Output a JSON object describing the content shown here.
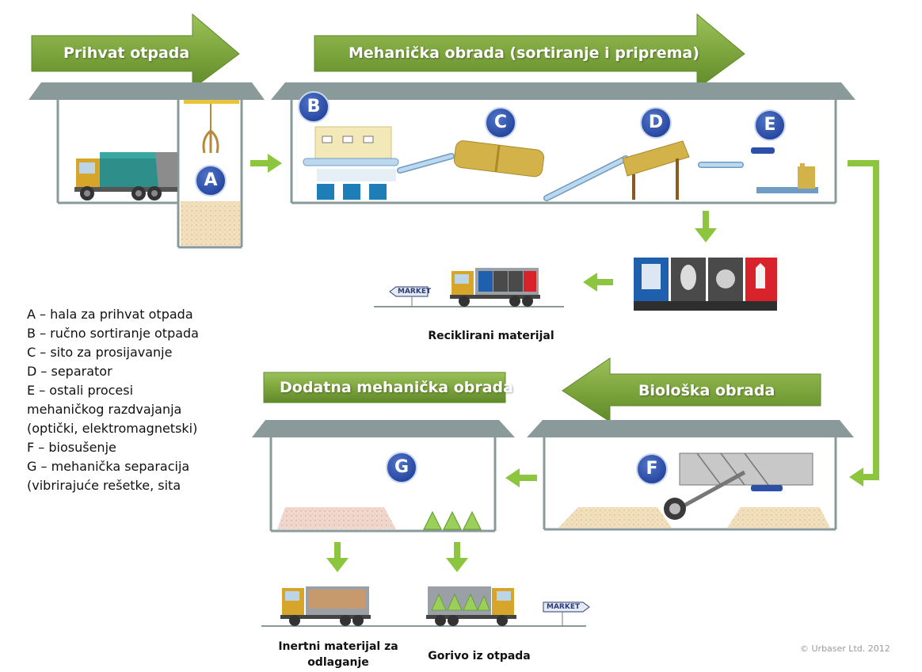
{
  "banners": {
    "intake": "Prihvat otpada",
    "mechanical": "Mehanička obrada (sortiranje i priprema)",
    "biological": "Biološka obrada",
    "additional": "Dodatna mehanička obrada"
  },
  "stages": [
    "A",
    "B",
    "C",
    "D",
    "E",
    "F",
    "G"
  ],
  "legend": [
    "A – hala za prihvat otpada",
    "B – ručno sortiranje otpada",
    "C – sito za prosijavanje",
    "D – separator",
    "E – ostali procesi",
    "mehaničkog razdvajanja",
    "(optički, elektromagnetski)",
    "F – biosušenje",
    "G – mehanička separacija",
    "(vibrirajuće rešetke, sita"
  ],
  "outputs": {
    "recycled": "Reciklirani materijal",
    "inert_line1": "Inertni materijal za",
    "inert_line2": "odlaganje",
    "fuel": "Gorivo iz otpada"
  },
  "market_sign": "MARKET",
  "copyright": "© Urbaser Ltd. 2012",
  "colors": {
    "banner_green": "#7fa040",
    "arrow_green": "#8cc63f",
    "roof_gray": "#8a9a9a",
    "circle_blue": "#2c50a8",
    "conveyor_blue": "#bcd8ee",
    "equipment_yellow": "#d4b24a"
  }
}
